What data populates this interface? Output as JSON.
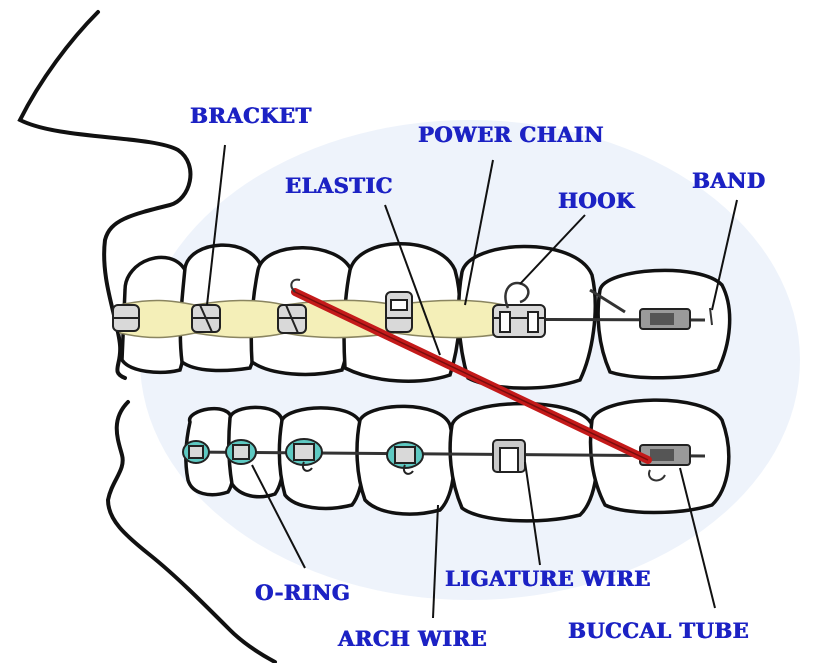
{
  "labels": {
    "bracket": "BRACKET",
    "power_chain": "POWER CHAIN",
    "elastic": "ELASTIC",
    "hook": "HOOK",
    "band": "BAND",
    "o_ring": "O-RING",
    "ligature_wire": "LIGATURE WIRE",
    "arch_wire": "ARCH WIRE",
    "buccal_tube": "BUCCAL TUBE"
  },
  "colors": {
    "label_text": "#1c22c4",
    "outline": "#111111",
    "elastic_band": "#c41a1a",
    "power_chain_fill": "#f4efb8",
    "o_ring_fill": "#5ec9c2",
    "background_tint": "#e9effa"
  }
}
